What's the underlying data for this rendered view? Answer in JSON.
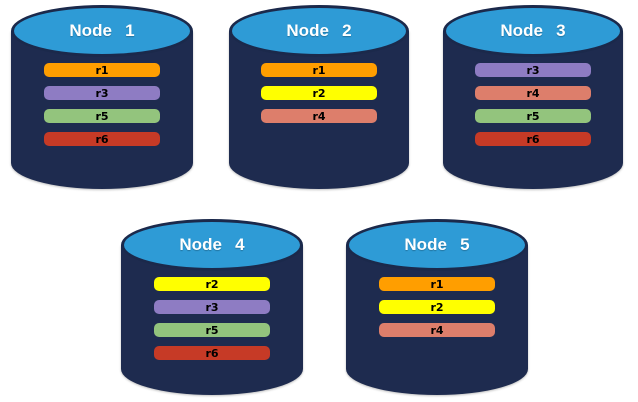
{
  "diagram": {
    "description": "Five database node cylinders showing replica placement",
    "colors": {
      "background": "#FFFFFF",
      "cylinder_body": "#1E2B4F",
      "cylinder_top": "#2E9BD6",
      "cylinder_outline": "#1B294B",
      "node_label_text": "#FFFFFF",
      "replica_label_text": "#000000"
    },
    "replica_colors": {
      "r1": "#FF9E00",
      "r2": "#FFFF00",
      "r3": "#8E7CC3",
      "r4": "#DD7E6B",
      "r5": "#93C47D",
      "r6": "#C63A26"
    },
    "nodes": [
      {
        "label": "Node 1",
        "replicas": [
          {
            "label": "r1",
            "color": "#FF9E00"
          },
          {
            "label": "r3",
            "color": "#8E7CC3"
          },
          {
            "label": "r5",
            "color": "#93C47D"
          },
          {
            "label": "r6",
            "color": "#C63A26"
          }
        ]
      },
      {
        "label": "Node 2",
        "replicas": [
          {
            "label": "r1",
            "color": "#FF9E00"
          },
          {
            "label": "r2",
            "color": "#FFFF00"
          },
          {
            "label": "r4",
            "color": "#DD7E6B"
          }
        ]
      },
      {
        "label": "Node 3",
        "replicas": [
          {
            "label": "r3",
            "color": "#8E7CC3"
          },
          {
            "label": "r4",
            "color": "#DD7E6B"
          },
          {
            "label": "r5",
            "color": "#93C47D"
          },
          {
            "label": "r6",
            "color": "#C63A26"
          }
        ]
      },
      {
        "label": "Node 4",
        "replicas": [
          {
            "label": "r2",
            "color": "#FFFF00"
          },
          {
            "label": "r3",
            "color": "#8E7CC3"
          },
          {
            "label": "r5",
            "color": "#93C47D"
          },
          {
            "label": "r6",
            "color": "#C63A26"
          }
        ]
      },
      {
        "label": "Node 5",
        "replicas": [
          {
            "label": "r1",
            "color": "#FF9E00"
          },
          {
            "label": "r2",
            "color": "#FFFF00"
          },
          {
            "label": "r4",
            "color": "#DD7E6B"
          }
        ]
      }
    ]
  }
}
